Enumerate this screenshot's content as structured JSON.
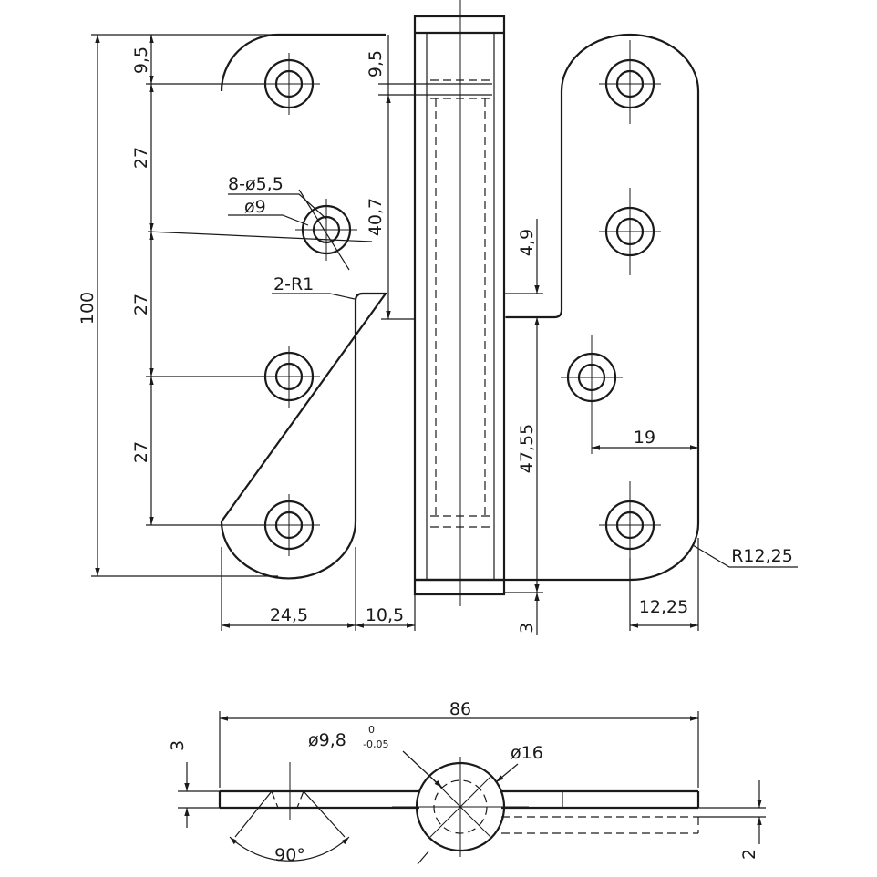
{
  "drawing": {
    "front_view": {
      "dimensions": {
        "overall_height": "100",
        "top_offset_left": "9,5",
        "pitch_1": "27",
        "pitch_2": "27",
        "pitch_3": "27",
        "top_offset_pin": "9,5",
        "upper_knuckle_length": "40,7",
        "step_height": "4,9",
        "lower_knuckle_length": "47,55",
        "right_hole_offset": "19",
        "corner_radius": "R12,25",
        "bottom_gap": "3",
        "leaf_half_width": "24,5",
        "leaf_to_pin_gap": "10,5",
        "right_edge_offset": "12,25"
      },
      "callouts": {
        "hole_count_diameter": "8-ø5,5",
        "countersink_diameter": "ø9",
        "fillet_radius": "2-R1"
      }
    },
    "top_view": {
      "dimensions": {
        "overall_width": "86",
        "leaf_thickness": "3",
        "pin_diameter": "ø9,8",
        "pin_tol_upper": "0",
        "pin_tol_lower": "-0,05",
        "knuckle_diameter": "ø16",
        "countersink_angle": "90°",
        "offset_thickness": "2"
      }
    }
  }
}
